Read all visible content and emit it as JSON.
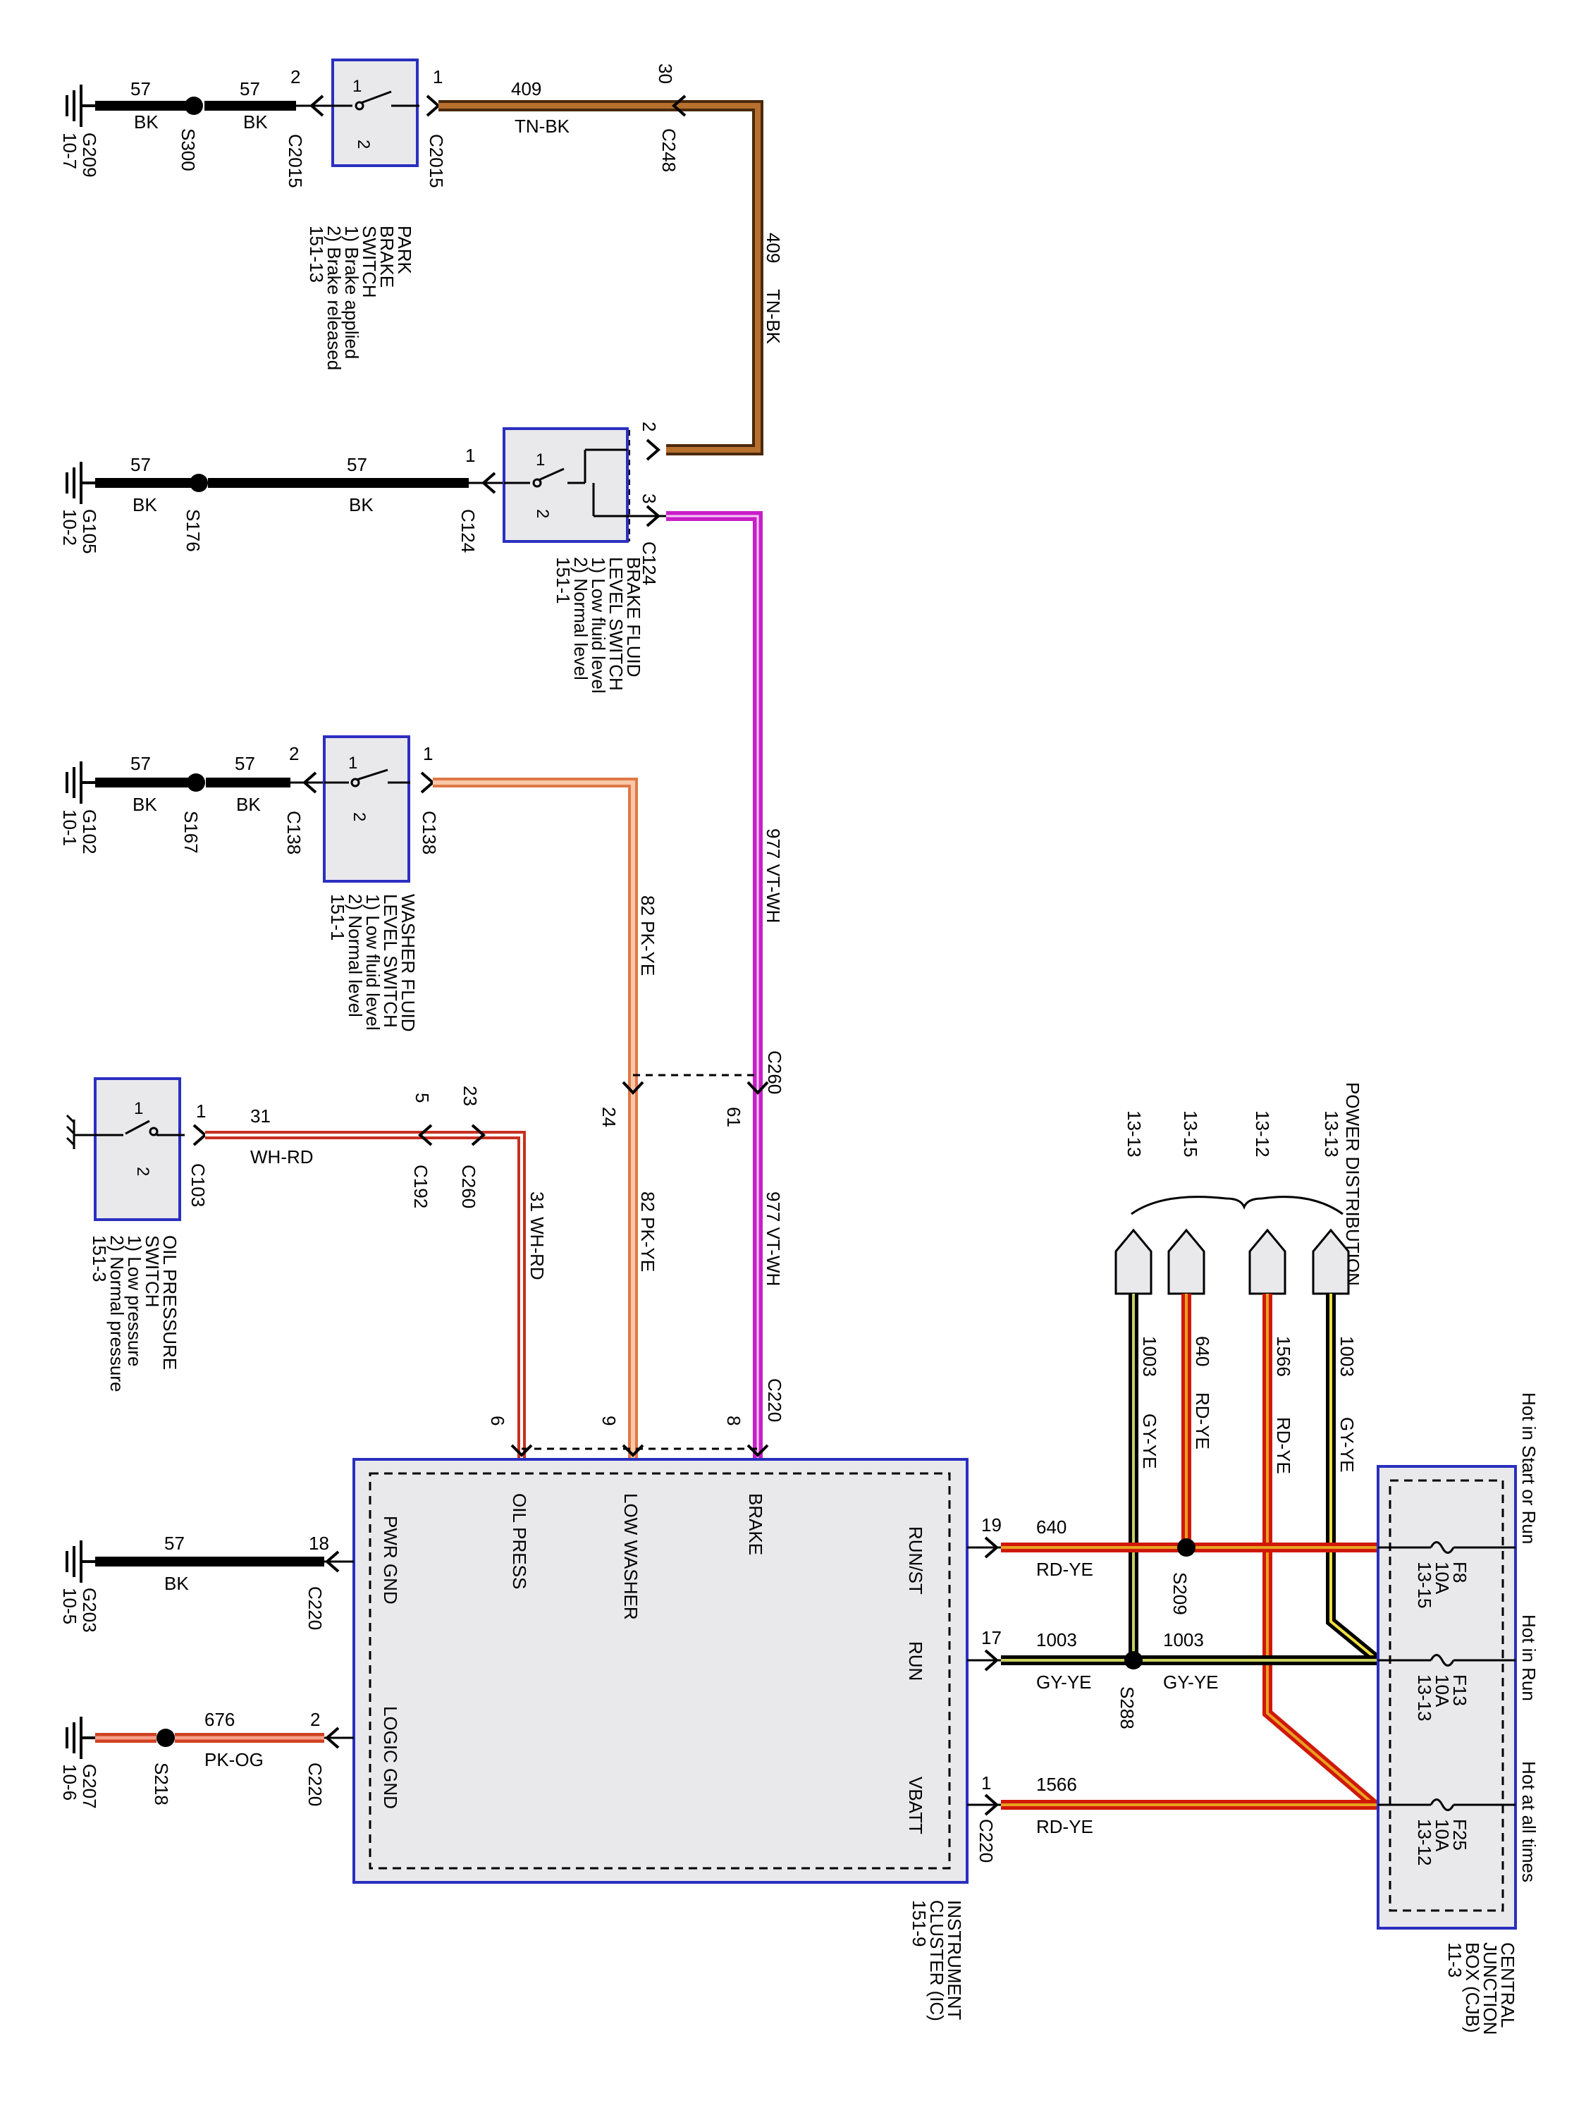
{
  "components": {
    "park_brake": {
      "title": "PARK BRAKE SWITCH",
      "line1": "PARK",
      "line2": "BRAKE",
      "line3": "SWITCH",
      "s1": "1) Brake applied",
      "s2": "2) Brake released",
      "ref": "151-13"
    },
    "brake_fluid": {
      "line1": "BRAKE FLUID",
      "line2": "LEVEL SWITCH",
      "s1": "1) Low fluid level",
      "s2": "2) Normal level",
      "ref": "151-1"
    },
    "washer_fluid": {
      "line1": "WASHER FLUID",
      "line2": "LEVEL SWITCH",
      "s1": "1) Low fluid level",
      "s2": "2) Normal level",
      "ref": "151-1"
    },
    "oil_pressure": {
      "line1": "OIL PRESSURE",
      "line2": "SWITCH",
      "s1": "1) Low pressure",
      "s2": "2) Normal pressure",
      "ref": "151-3"
    },
    "instrument_cluster": {
      "line1": "INSTRUMENT",
      "line2": "CLUSTER (IC)",
      "ref": "151-9",
      "pins": {
        "brake": "BRAKE",
        "low_washer": "LOW WASHER",
        "oil_press": "OIL PRESS",
        "pwr_gnd": "PWR GND",
        "logic_gnd": "LOGIC GND",
        "run_st": "RUN/ST",
        "run": "RUN",
        "vbatt": "VBATT"
      }
    },
    "cjb": {
      "line1": "CENTRAL",
      "line2": "JUNCTION",
      "line3": "BOX (CJB)",
      "ref": "11-3",
      "hot_start_run": "Hot in Start or Run",
      "hot_run": "Hot in Run",
      "hot_always": "Hot at all times",
      "fuses": [
        {
          "name": "F8",
          "amps": "10A",
          "ref": "13-15"
        },
        {
          "name": "F13",
          "amps": "10A",
          "ref": "13-13"
        },
        {
          "name": "F25",
          "amps": "10A",
          "ref": "13-12"
        }
      ]
    },
    "power_distribution": {
      "title": "POWER DISTRIBUTION",
      "refs": [
        "13-13",
        "13-12",
        "13-15",
        "13-13"
      ]
    }
  },
  "grounds": [
    {
      "id": "G209",
      "ref": "10-7"
    },
    {
      "id": "G105",
      "ref": "10-2"
    },
    {
      "id": "G102",
      "ref": "10-1"
    },
    {
      "id": "G203",
      "ref": "10-5"
    },
    {
      "id": "G207",
      "ref": "10-6"
    }
  ],
  "splices": [
    "S300",
    "S176",
    "S167",
    "S209",
    "S288",
    "S218"
  ],
  "connectors": {
    "c2015": "C2015",
    "c248": "C248",
    "c124": "C124",
    "c138": "C138",
    "c103": "C103",
    "c192": "C192",
    "c260": "C260",
    "c220": "C220"
  },
  "pins": {
    "p1": "1",
    "p2": "2",
    "p3": "3",
    "p5": "5",
    "p6": "6",
    "p8": "8",
    "p9": "9",
    "p17": "17",
    "p18": "18",
    "p19": "19",
    "p23": "23",
    "p24": "24",
    "p30": "30",
    "p61": "61"
  },
  "wires": {
    "w57": "57",
    "bk": "BK",
    "w409": "409",
    "tn_bk": "TN-BK",
    "w977": "977",
    "vt_wh": "VT-WH",
    "w977_vt_wh": "977  VT-WH",
    "w82_pk_ye": "82  PK-YE",
    "w31": "31",
    "wh_rd": "WH-RD",
    "w31_wh_rd": "31  WH-RD",
    "w676": "676",
    "pk_og": "PK-OG",
    "w640": "640",
    "rd_ye": "RD-YE",
    "w1003": "1003",
    "gy_ye": "GY-YE",
    "w1566": "1566"
  },
  "colors": {
    "bk": "#000000",
    "tn": "#b5651d",
    "vt": "#d82ad8",
    "pk": "#f0a078",
    "rd": "#e02010",
    "ye": "#f0d000",
    "gy": "#7d7d7d",
    "wh": "#ffffff",
    "og": "#f06020"
  }
}
